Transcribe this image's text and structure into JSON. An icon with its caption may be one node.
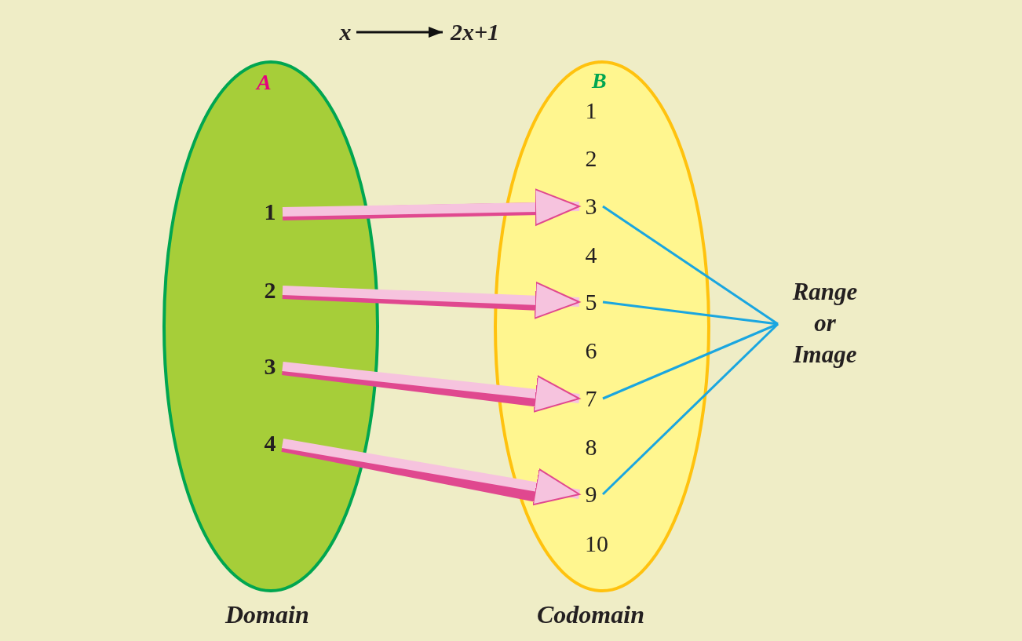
{
  "diagram": {
    "nodes": [
      {
        "text": [
          "A"
        ],
        "beside": [
          "Domain"
        ]
      },
      {
        "text": [
          "1"
        ],
        "in": 0
      },
      {
        "text": [
          "2"
        ],
        "in": 0
      },
      {
        "text": [
          "3"
        ],
        "in": 0
      },
      {
        "text": [
          "4"
        ],
        "in": 0
      },
      {
        "text": [
          "B"
        ],
        "beside": [
          "Codomain"
        ]
      },
      {
        "text": [
          "1"
        ],
        "in": 5
      },
      {
        "text": [
          "2"
        ],
        "in": 5
      },
      {
        "text": [
          "3"
        ],
        "in": 5
      },
      {
        "text": [
          "4"
        ],
        "in": 5
      },
      {
        "text": [
          "5"
        ],
        "in": 5
      },
      {
        "text": [
          "6"
        ],
        "in": 5
      },
      {
        "text": [
          "7"
        ],
        "in": 5
      },
      {
        "text": [
          "8"
        ],
        "in": 5
      },
      {
        "text": [
          "9"
        ],
        "in": 5
      },
      {
        "text": [
          "10"
        ],
        "in": 5
      },
      {
        "text": [
          "Range or Image"
        ]
      },
      {
        "text": [
          "x"
        ]
      },
      {
        "text": [
          "2x+1"
        ]
      }
    ],
    "edges": [
      {
        "from": 17,
        "to": 18,
        "arrow": "to",
        "color": "#111111"
      },
      {
        "from": 1,
        "to": 8,
        "arrow": "to",
        "style": "thick",
        "color": "#f6c3de"
      },
      {
        "from": 2,
        "to": 10,
        "arrow": "to",
        "style": "thick",
        "color": "#f6c3de"
      },
      {
        "from": 3,
        "to": 12,
        "arrow": "to",
        "style": "thick",
        "color": "#f6c3de"
      },
      {
        "from": 4,
        "to": 14,
        "arrow": "to",
        "style": "thick",
        "color": "#f6c3de"
      },
      {
        "from": 16,
        "to": 8,
        "arrow": "none",
        "color": "#1aa6e0"
      },
      {
        "from": 16,
        "to": 10,
        "arrow": "none",
        "color": "#1aa6e0"
      },
      {
        "from": 16,
        "to": 12,
        "arrow": "none",
        "color": "#1aa6e0"
      },
      {
        "from": 16,
        "to": 14,
        "arrow": "none",
        "color": "#1aa6e0"
      }
    ]
  }
}
